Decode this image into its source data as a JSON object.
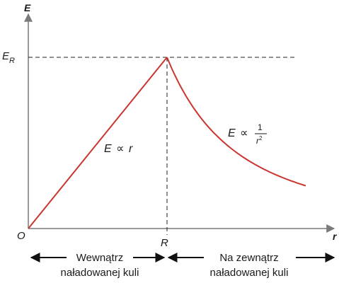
{
  "chart_data": {
    "type": "line",
    "title": "",
    "xlabel": "r",
    "ylabel": "E",
    "x_ticks": {
      "origin": "O",
      "R": "R"
    },
    "y_ticks": {
      "ER": {
        "main": "E",
        "sub": "R"
      }
    },
    "xlim": [
      0,
      2.0
    ],
    "ylim": [
      0,
      1.0
    ],
    "R_value": 1.0,
    "E_R_value": 1.0,
    "series": [
      {
        "segment": "inside",
        "x": [
          0,
          1.0
        ],
        "y": [
          0,
          1.0
        ]
      },
      {
        "segment": "outside",
        "x": [
          1.0,
          1.25,
          1.5,
          1.75,
          2.0
        ],
        "y": [
          1.0,
          0.64,
          0.44,
          0.33,
          0.25
        ]
      }
    ],
    "annotations": {
      "inside_formula": {
        "E": "E",
        "prop": "∝",
        "r": "r"
      },
      "outside_formula": {
        "E": "E",
        "prop": "∝",
        "num": "1",
        "den": "r",
        "exp": "2"
      }
    },
    "region_labels": {
      "inside_line1": "Wewnątrz",
      "inside_line2": "naładowanej kuli",
      "outside_line1": "Na zewnątrz",
      "outside_line2": "naładowanej kuli"
    },
    "colors": {
      "curve": "#c8362e",
      "axis": "#7a7a7a",
      "dash": "#222222",
      "text": "#1a1a1a"
    }
  }
}
